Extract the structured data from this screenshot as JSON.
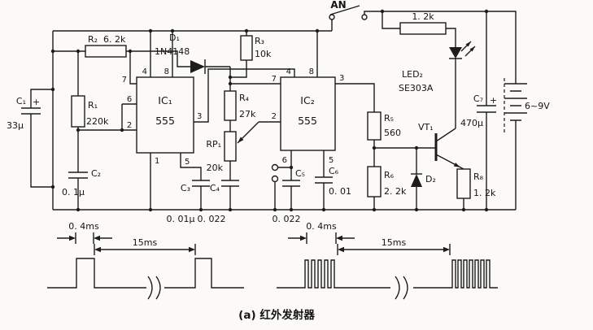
{
  "caption": "(a) 红外发射器",
  "switch": {
    "label": "AN"
  },
  "battery": {
    "label": "6~9V"
  },
  "ics": {
    "ic1": {
      "name": "IC₁",
      "part": "555",
      "pins": {
        "p1": "1",
        "p2": "2",
        "p3": "3",
        "p4": "4",
        "p5": "5",
        "p6": "6",
        "p7": "7",
        "p8": "8"
      }
    },
    "ic2": {
      "name": "IC₂",
      "part": "555",
      "pins": {
        "p2": "2",
        "p3": "3",
        "p4": "4",
        "p5": "5",
        "p6": "6",
        "p7": "7",
        "p8": "8"
      }
    }
  },
  "resistors": {
    "r1": {
      "label": "R₁",
      "value": "220k"
    },
    "r2": {
      "label": "R₂",
      "value": "6. 2k"
    },
    "r3": {
      "label": "R₃",
      "value": "10k"
    },
    "r4": {
      "label": "R₄",
      "value": "27k"
    },
    "rp1": {
      "label": "RP₁",
      "value": "20k"
    },
    "r5": {
      "label": "R₅",
      "value": "560"
    },
    "r6": {
      "label": "R₆",
      "value": "2. 2k"
    },
    "r7": {
      "label": "1. 2k"
    },
    "r8": {
      "label": "R₈",
      "value": "1. 2k"
    }
  },
  "capacitors": {
    "c1": {
      "label": "C₁",
      "value": "33μ",
      "polarity": "+"
    },
    "c2": {
      "label": "C₂",
      "value": "0. 1μ"
    },
    "c3": {
      "label": "C₃",
      "value": "0. 01μ"
    },
    "c4": {
      "label": "C₄",
      "value": "0. 022"
    },
    "c5": {
      "label": "C₅",
      "value": "0. 022"
    },
    "c6": {
      "label": "C₆",
      "value": "0. 01"
    },
    "c7": {
      "label": "C₇",
      "value": "470μ",
      "polarity": "+"
    }
  },
  "diodes": {
    "d1": {
      "label": "D₁",
      "part": "1N4148"
    },
    "d2": {
      "label": "D₂"
    },
    "led": {
      "label": "LED₂",
      "part": "SE303A"
    }
  },
  "transistor": {
    "label": "VT₁"
  },
  "waveforms": {
    "left": {
      "pulse_width": "0. 4ms",
      "period": "15ms"
    },
    "right": {
      "pulse_width": "0. 4ms",
      "period": "15ms"
    }
  }
}
